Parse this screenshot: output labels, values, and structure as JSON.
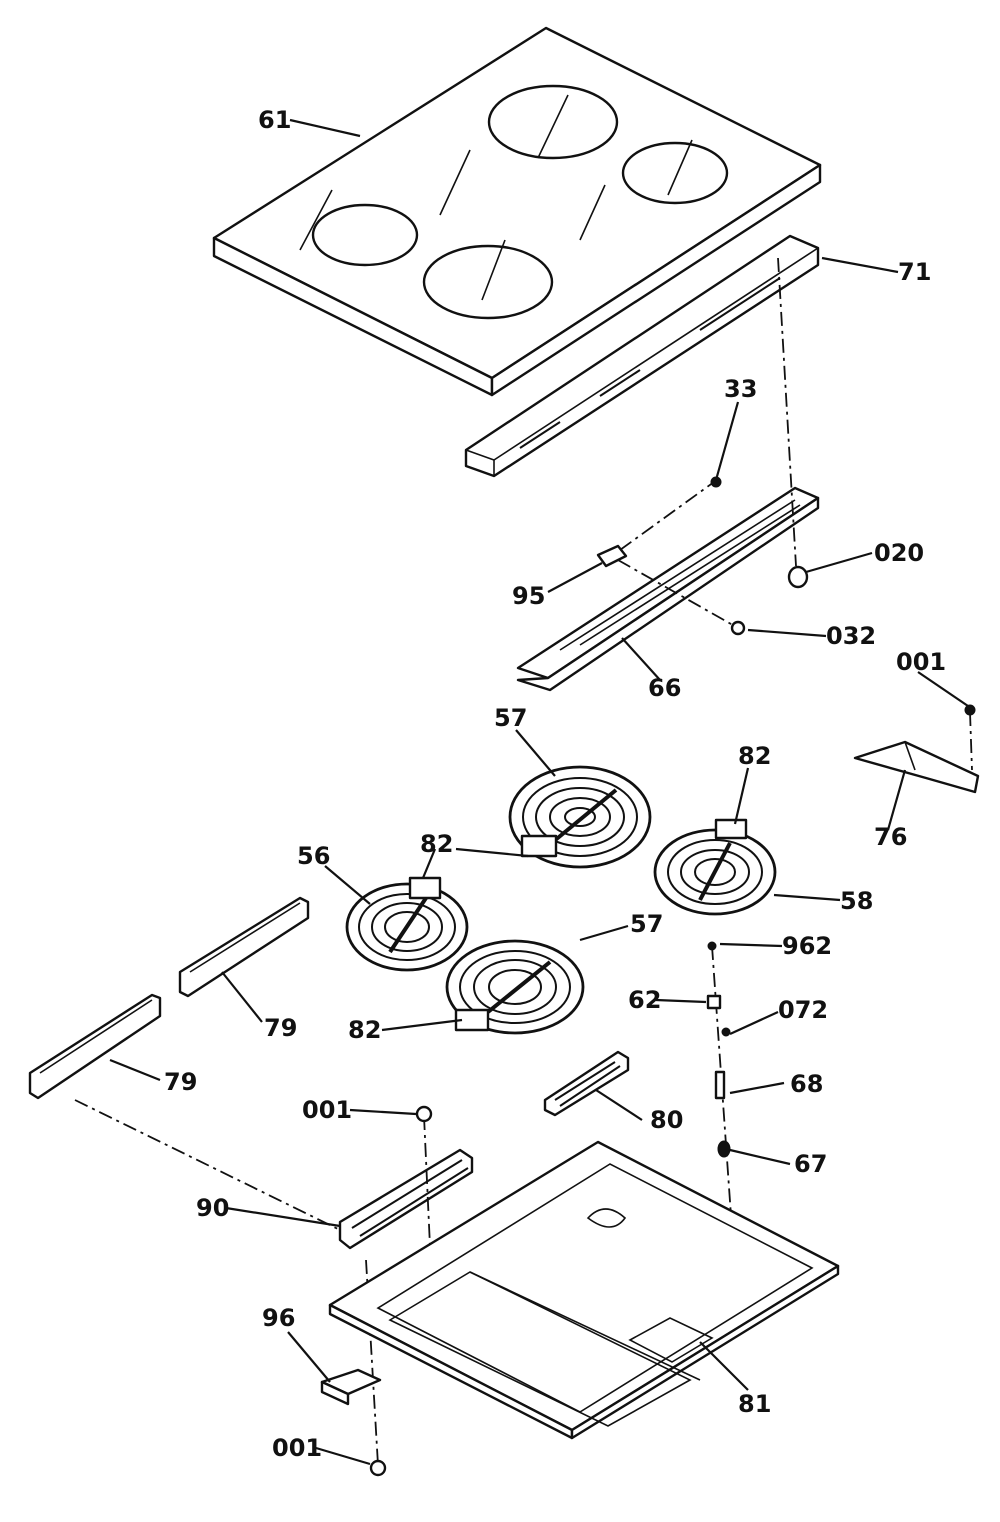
{
  "diagram": {
    "labels": {
      "cooktop_glass": "61",
      "front_trim": "71",
      "screw_33": "33",
      "spacer_020": "020",
      "bracket_95": "95",
      "nut_032": "032",
      "rail_66": "66",
      "screw_001_upper": "001",
      "bracket_76": "76",
      "element_57_rear": "57",
      "terminal_82_upper": "82",
      "terminal_82_right": "82",
      "element_56": "56",
      "terminal_82_left": "82",
      "element_58": "58",
      "element_57_front": "57",
      "spacer_962": "962",
      "clip_62": "62",
      "washer_072": "072",
      "strip_79_upper": "79",
      "terminal_82_lower": "82",
      "strip_79_lower": "79",
      "bar_68": "68",
      "bracket_80": "80",
      "screw_001_mid": "001",
      "stud_67": "67",
      "bracket_90": "90",
      "clip_96": "96",
      "pan_81": "81",
      "screw_001_lower": "001"
    }
  }
}
